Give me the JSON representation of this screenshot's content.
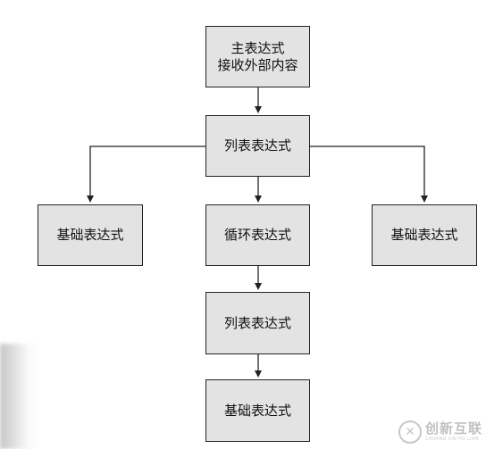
{
  "nodes": {
    "receive_external": {
      "line1": "主表达式",
      "line2": "接收外部内容"
    },
    "list_expr_1": "列表表达式",
    "basic_expr_left": "基础表达式",
    "loop_expr": "循环表达式",
    "basic_expr_right": "基础表达式",
    "list_expr_2": "列表表达式",
    "basic_expr_bottom": "基础表达式"
  },
  "watermark": {
    "logo_glyph": "✕",
    "name": "创新互联",
    "url": "CHUANG XIN HU LIAN"
  },
  "colors": {
    "node_fill": "#e3e3e3",
    "node_border": "#222222",
    "edge": "#222222"
  }
}
